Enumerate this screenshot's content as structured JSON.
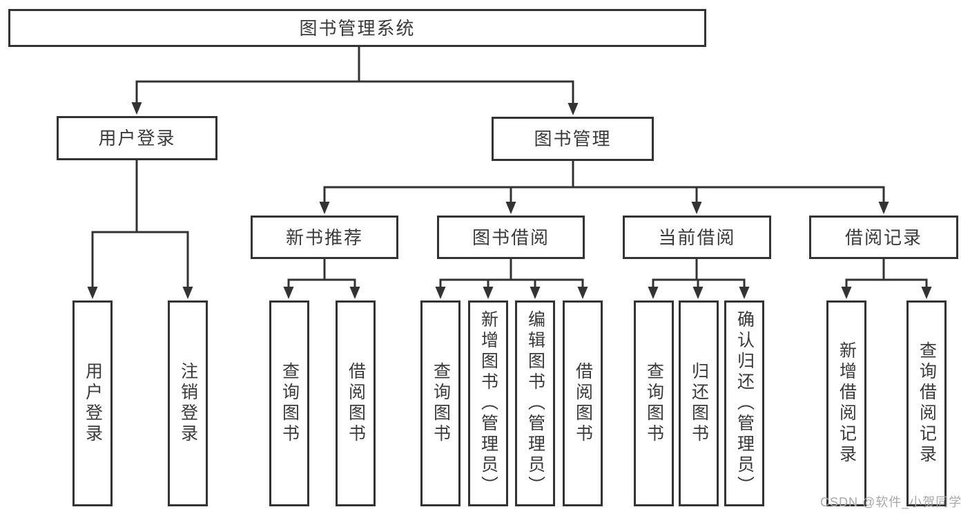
{
  "diagram": {
    "root": {
      "label": "图书管理系统"
    },
    "branches": [
      {
        "label": "用户登录"
      },
      {
        "label": "图书管理"
      }
    ],
    "modules": [
      {
        "label": "新书推荐"
      },
      {
        "label": "图书借阅"
      },
      {
        "label": "当前借阅"
      },
      {
        "label": "借阅记录"
      }
    ],
    "leaves": [
      {
        "label": "用户登录",
        "parent": "用户登录"
      },
      {
        "label": "注销登录",
        "parent": "用户登录"
      },
      {
        "label": "查询图书",
        "parent": "新书推荐"
      },
      {
        "label": "借阅图书",
        "parent": "新书推荐"
      },
      {
        "label": "查询图书",
        "parent": "图书借阅"
      },
      {
        "label": "新增图书（管理员）",
        "parent": "图书借阅"
      },
      {
        "label": "编辑图书（管理员）",
        "parent": "图书借阅"
      },
      {
        "label": "借阅图书",
        "parent": "图书借阅"
      },
      {
        "label": "查询图书",
        "parent": "当前借阅"
      },
      {
        "label": "归还图书",
        "parent": "当前借阅"
      },
      {
        "label": "确认归还（管理员）",
        "parent": "当前借阅"
      },
      {
        "label": "新增借阅记录",
        "parent": "借阅记录"
      },
      {
        "label": "查询借阅记录",
        "parent": "借阅记录"
      }
    ]
  },
  "watermark": "CSDN @软件_小贺同学",
  "colors": {
    "line": "#333333",
    "text": "#3a3a3a",
    "box_fill": "#ffffff",
    "background": "#ffffff",
    "watermark": "#a8a8a8"
  }
}
